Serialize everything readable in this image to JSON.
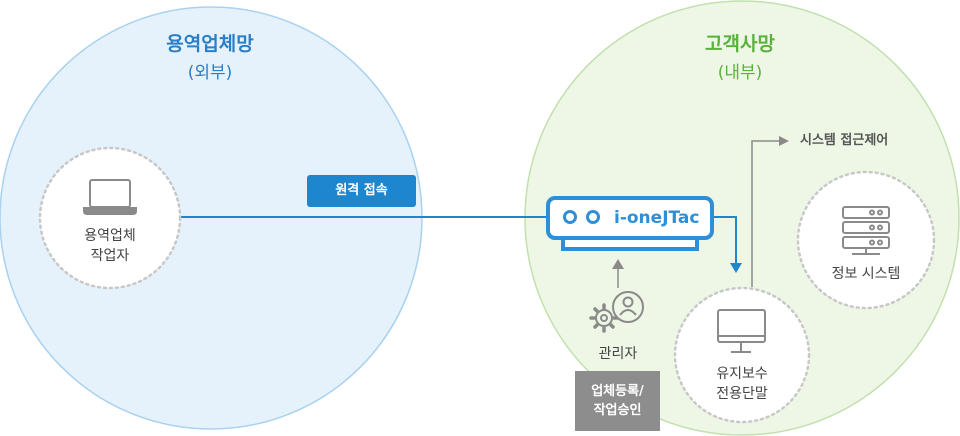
{
  "vendor_network": {
    "title": "용역업체망",
    "subtitle": "(외부)"
  },
  "customer_network": {
    "title": "고객사망",
    "subtitle": "(내부)"
  },
  "vendor_worker": {
    "label_line1": "용역업체",
    "label_line2": "작업자",
    "icon": "laptop-icon"
  },
  "remote_access": {
    "label": "원격 접속"
  },
  "gateway": {
    "name": "i-oneJTac"
  },
  "admin": {
    "label": "관리자",
    "icon": "admin-gear-icon"
  },
  "approval": {
    "line1": "업체등록/",
    "line2": "작업승인"
  },
  "maintenance_terminal": {
    "label_line1": "유지보수",
    "label_line2": "전용단말",
    "icon": "monitor-icon"
  },
  "info_system": {
    "label": "정보 시스템",
    "icon": "server-icon"
  },
  "system_access_control": {
    "label": "시스템 접근제어"
  },
  "colors": {
    "vendor_bg": "#e6f2fb",
    "vendor_border": "#a9d2ef",
    "customer_bg": "#eef7e6",
    "customer_border": "#c2e0ae",
    "accent_blue": "#2e8fd6",
    "accent_green": "#5ab23c",
    "badge_gray": "#8d8d8d"
  }
}
